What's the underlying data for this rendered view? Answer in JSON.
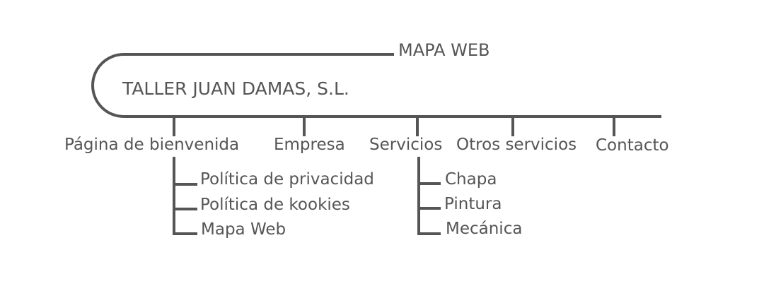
{
  "title": "MAPA WEB",
  "company": "TALLER JUAN DAMAS, S.L.",
  "line_color": "#555555",
  "text_color": "#555555",
  "nav": {
    "bienvenida": {
      "label": "Página de bienvenida",
      "children": [
        "Política de privacidad",
        "Política de kookies",
        "Mapa Web"
      ]
    },
    "empresa": {
      "label": "Empresa"
    },
    "servicios": {
      "label": "Servicios",
      "children": [
        "Chapa",
        "Pintura",
        "Mecánica"
      ]
    },
    "otros": {
      "label": "Otros servicios"
    },
    "contacto": {
      "label": "Contacto"
    }
  }
}
